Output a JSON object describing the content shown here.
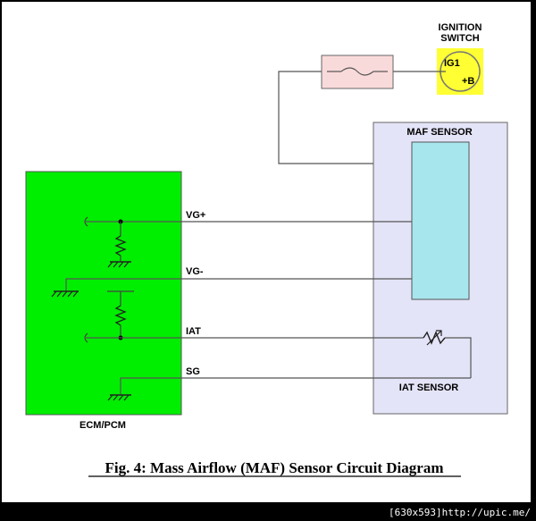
{
  "labels": {
    "ignition_line1": "IGNITION",
    "ignition_line2": "SWITCH",
    "ig1": "IG1",
    "plus_b": "+B",
    "maf_sensor": "MAF SENSOR",
    "ecm": "ECM/PCM",
    "vg_plus": "VG+",
    "vg_minus": "VG-",
    "iat": "IAT",
    "sg": "SG",
    "iat_sensor": "IAT SENSOR"
  },
  "caption": "Fig. 4: Mass Airflow (MAF) Sensor Circuit Diagram",
  "watermark": "[630x593]http://upic.me/",
  "colors": {
    "ecm_fill": "#00ee00",
    "maf_housing": "#e4e4f8",
    "maf_element": "#a8e6ee",
    "fuse_fill": "#f9dada",
    "ignition_fill": "#ffff33",
    "wire": "#555555"
  }
}
